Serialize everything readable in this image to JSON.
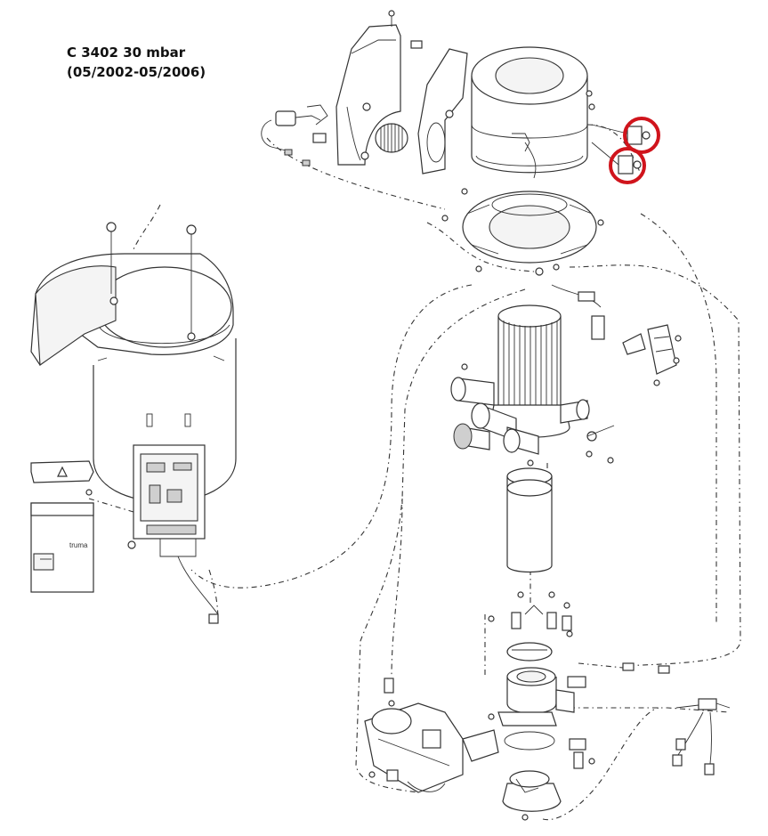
{
  "header": {
    "model_line": "C 3402 30 mbar",
    "date_range": "(05/2002-05/2006)"
  },
  "colors": {
    "highlight": "#d0141c",
    "line": "#333333",
    "background": "#ffffff"
  },
  "diagram": {
    "type": "exploded-parts-view",
    "highlighted_parts": 2
  },
  "badge": {
    "brand_mark": "truma"
  }
}
